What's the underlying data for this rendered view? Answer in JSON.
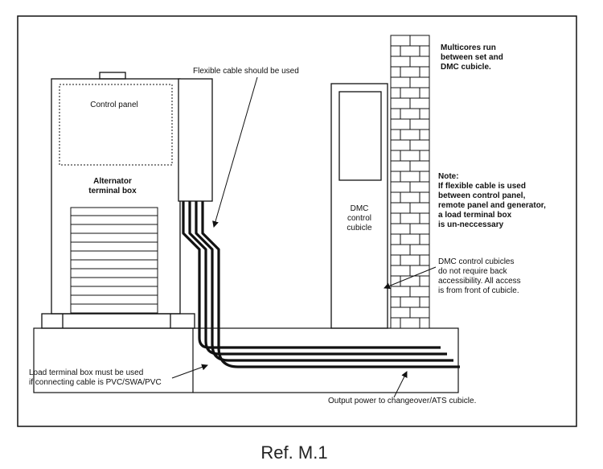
{
  "figure": {
    "caption": "Ref. M.1",
    "labels": {
      "control_panel": "Control panel",
      "alternator_box": [
        "Alternator",
        "terminal box"
      ],
      "flexible_cable": "Flexible cable should be used",
      "multicores": [
        "Multicores run",
        "between set and",
        "DMC cubicle."
      ],
      "dmc_cubicle": [
        "DMC",
        "control",
        "cubicle"
      ],
      "note": [
        "Note:",
        "If flexible cable is used",
        "between control panel,",
        "remote panel and generator,",
        "a load terminal box",
        "is un-neccessary"
      ],
      "dmc_access": [
        "DMC control cubicles",
        "do not require back",
        "accessibility. All access",
        "is from front of cubicle."
      ],
      "load_terminal": [
        "Load terminal box must be used",
        "if connecting cable is PVC/SWA/PVC"
      ],
      "output_power": "Output power to changeover/ATS cubicle."
    }
  }
}
